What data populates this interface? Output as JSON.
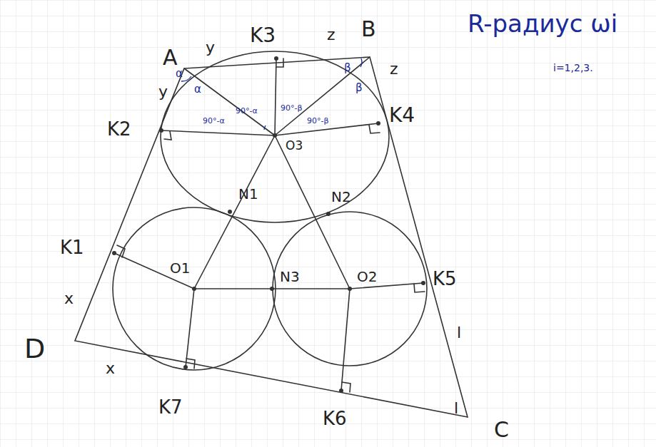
{
  "diagram": {
    "labels": [
      "R-радиус ωi",
      "i=1,2,3.",
      "A",
      "B",
      "C",
      "D",
      "K3",
      "K2",
      "K4",
      "K1",
      "K5",
      "K6",
      "K7",
      "O3",
      "O1",
      "O2",
      "N1",
      "N2",
      "N3",
      "x",
      "x",
      "y",
      "y",
      "z",
      "z",
      "l",
      "l",
      "α",
      "α",
      "β",
      "β",
      "90°-α",
      "90°-α",
      "90°-β",
      "90°-β"
    ]
  }
}
